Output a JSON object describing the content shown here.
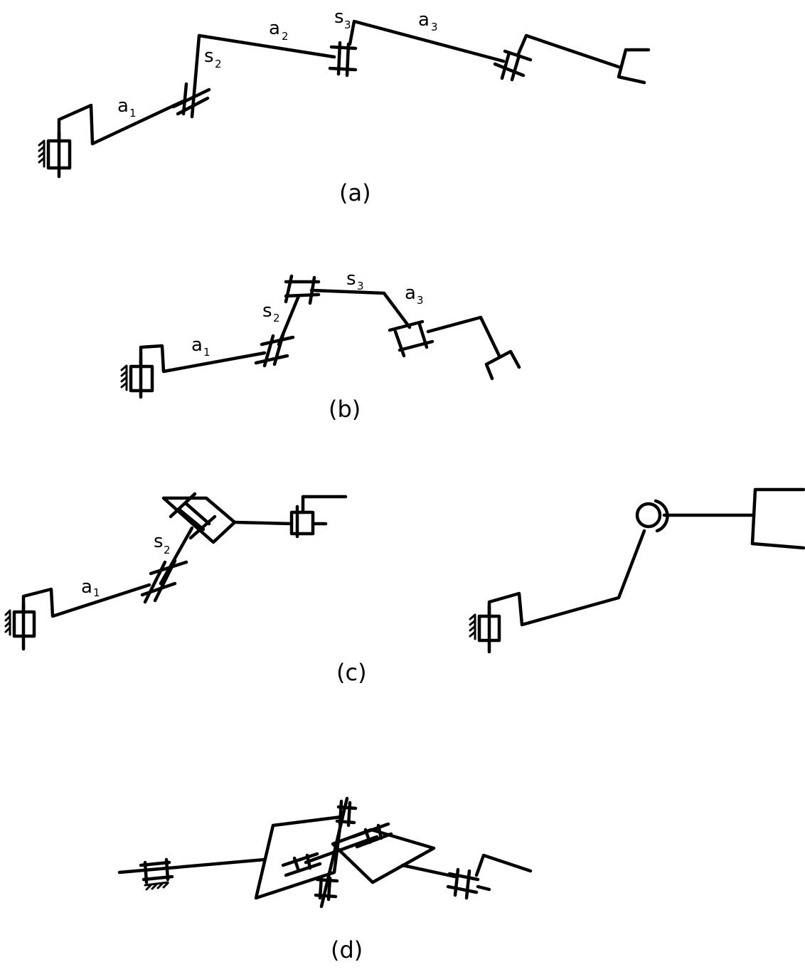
{
  "captions": {
    "a": "(a)",
    "b": "(b)",
    "c": "(c)",
    "d": "(d)"
  },
  "labels": {
    "a": {
      "a1": {
        "base": "a",
        "sub": "1"
      },
      "s2": {
        "base": "s",
        "sub": "2"
      },
      "a2": {
        "base": "a",
        "sub": "2"
      },
      "s3": {
        "base": "s",
        "sub": "3"
      },
      "a3": {
        "base": "a",
        "sub": "3"
      }
    },
    "b": {
      "a1": {
        "base": "a",
        "sub": "1"
      },
      "s2": {
        "base": "s",
        "sub": "2"
      },
      "s3": {
        "base": "s",
        "sub": "3"
      },
      "a3": {
        "base": "a",
        "sub": "3"
      }
    },
    "c": {
      "a1": {
        "base": "a",
        "sub": "1"
      },
      "s2": {
        "base": "s",
        "sub": "2"
      }
    }
  }
}
